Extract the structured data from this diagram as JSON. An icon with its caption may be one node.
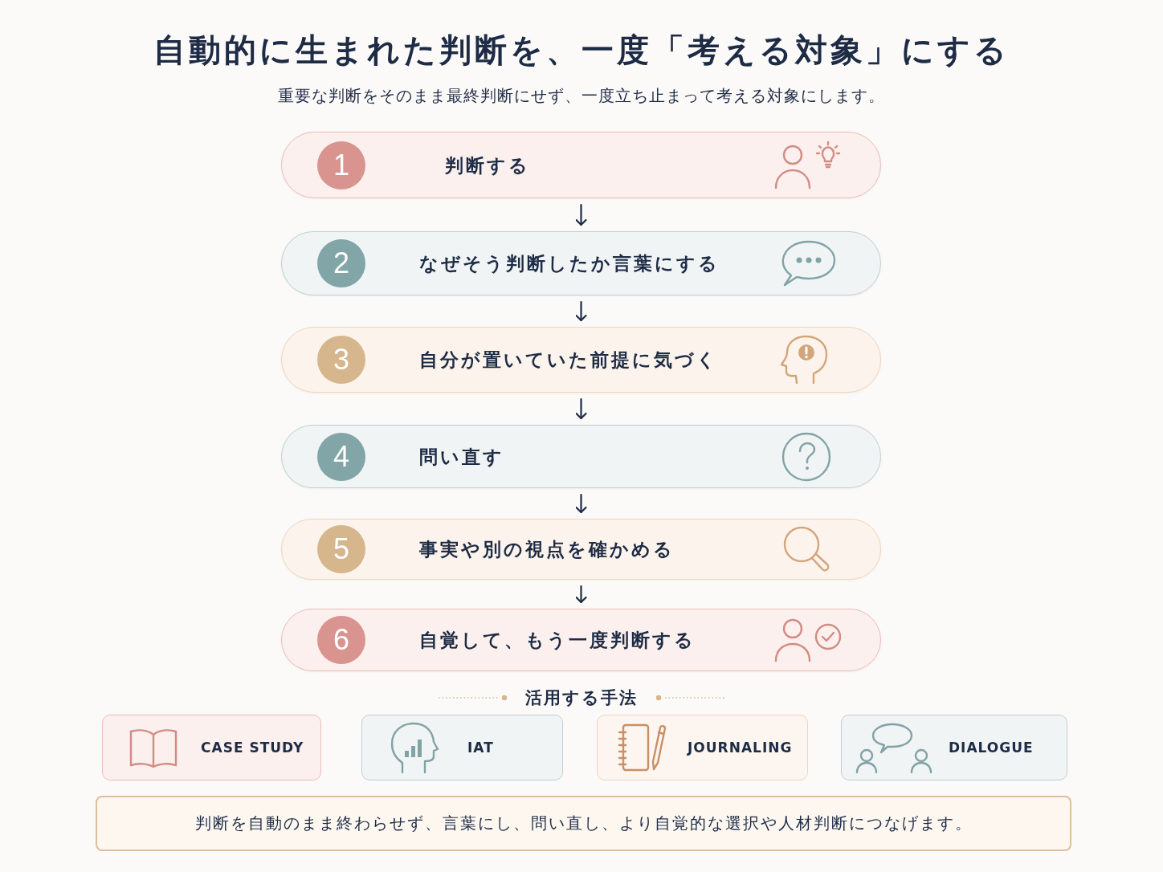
{
  "diagram": {
    "title": "自動的に生まれた判断を、一度「考える対象」にする",
    "nodes": [
      {
        "text": [
          "1",
          "判断する"
        ]
      },
      {
        "text": [
          "2",
          "なぜそう判断したか言葉にする"
        ]
      },
      {
        "text": [
          "3",
          "自分が置いていた前提に気づく"
        ]
      },
      {
        "text": [
          "4",
          "問い直す"
        ]
      },
      {
        "text": [
          "5",
          "事実や別の視点を確かめる"
        ]
      },
      {
        "text": [
          "6",
          "自覚して、もう一度判断する"
        ]
      },
      {
        "text": [
          "CASE STUDY"
        ]
      },
      {
        "text": [
          "IAT"
        ]
      },
      {
        "text": [
          "JOURNALING"
        ]
      },
      {
        "text": [
          "DIALOGUE"
        ]
      },
      {
        "text": [
          "判断を自動のまま終わらせず、言葉にし、問い直し、より自覚的な選択や人材判断につなげます。"
        ]
      }
    ],
    "edges": [
      {
        "from": 0,
        "to": 1,
        "arrow": "to"
      },
      {
        "from": 1,
        "to": 2,
        "arrow": "to"
      },
      {
        "from": 2,
        "to": 3,
        "arrow": "to"
      },
      {
        "from": 3,
        "to": 4,
        "arrow": "to"
      },
      {
        "from": 4,
        "to": 5,
        "arrow": "to"
      }
    ],
    "labels": [
      "重要な判断をそのまま最終判断にせず、一度立ち止まって考える対象にします。",
      "活用する手法"
    ]
  }
}
